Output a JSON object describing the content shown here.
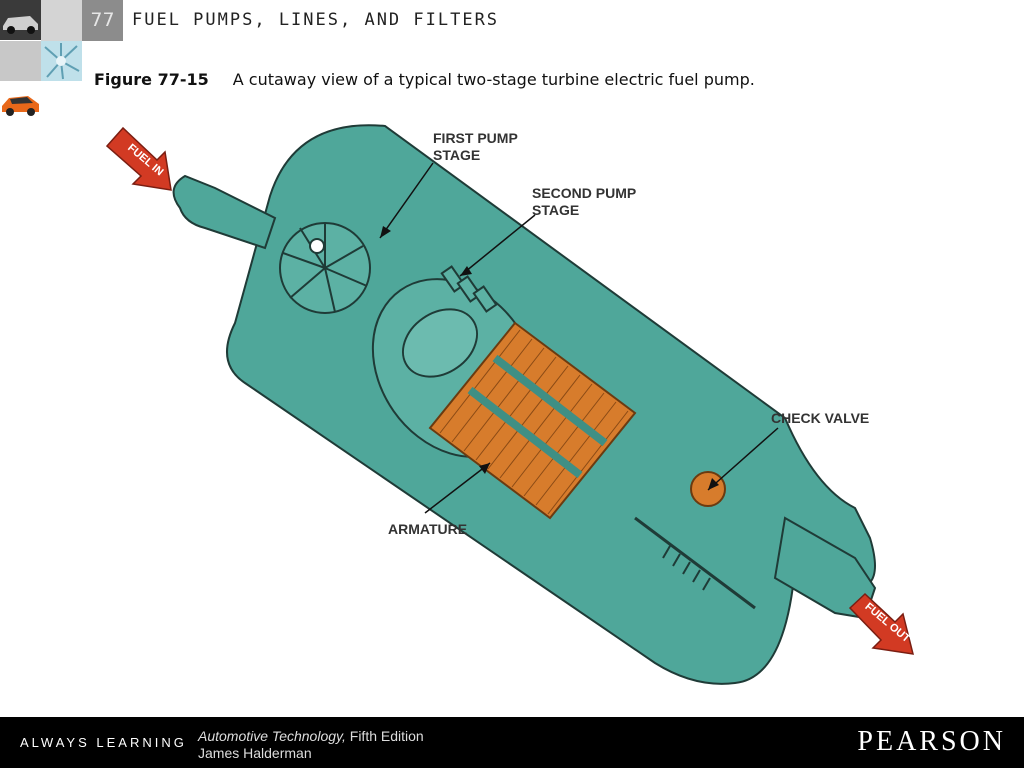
{
  "header": {
    "chapter_number": "77",
    "chapter_title": "FUEL PUMPS, LINES, AND FILTERS"
  },
  "figure": {
    "number": "Figure 77-15",
    "caption": "A cutaway view of a typical two-stage turbine electric fuel pump."
  },
  "diagram": {
    "labels": {
      "first_pump_stage": "FIRST PUMP\nSTAGE",
      "second_pump_stage": "SECOND PUMP\nSTAGE",
      "check_valve": "CHECK VALVE",
      "armature": "ARMATURE",
      "fuel_in": "FUEL IN",
      "fuel_out": "FUEL OUT"
    },
    "colors": {
      "body": "#4fa79a",
      "outline": "#1f3b37",
      "armature": "#d77c2c",
      "arrow": "#d23a23"
    }
  },
  "footer": {
    "tagline": "ALWAYS LEARNING",
    "book_title": "Automotive Technology,",
    "edition": " Fifth Edition",
    "author": "James Halderman",
    "publisher": "PEARSON"
  }
}
